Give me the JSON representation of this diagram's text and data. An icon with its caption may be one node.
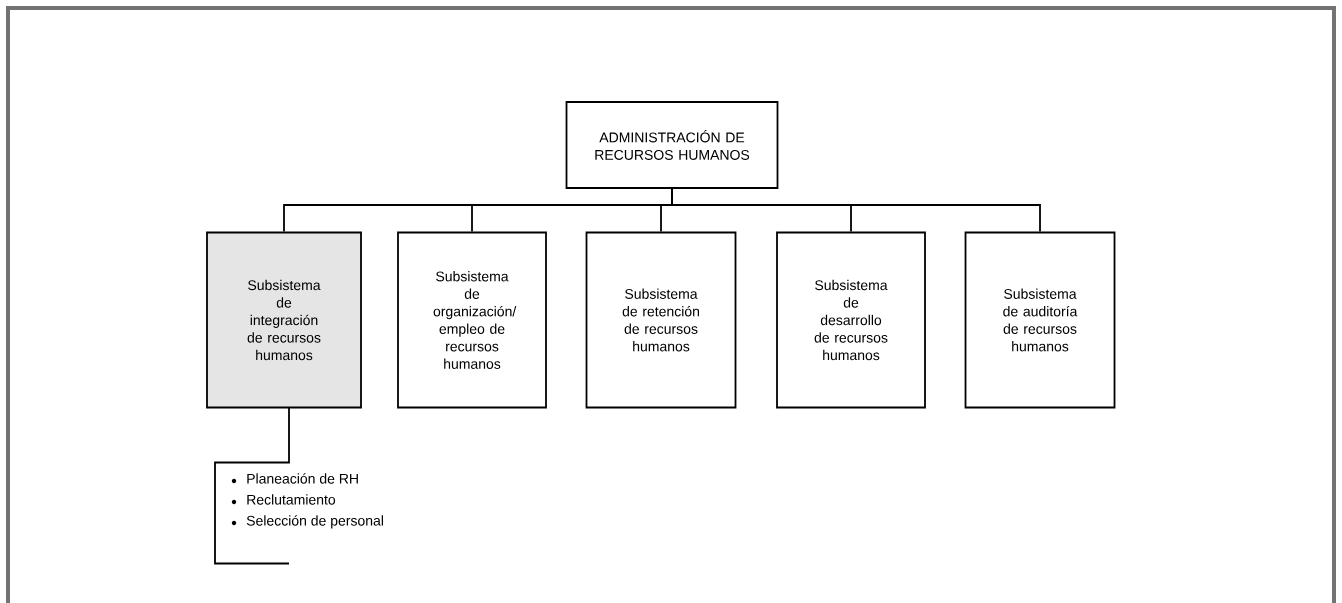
{
  "diagram": {
    "nodes": [
      {
        "text": [
          "ADMINISTRACIÓN DE RECURSOS HUMANOS"
        ]
      },
      {
        "text": [
          "Subsistema de integración de recursos humanos"
        ]
      },
      {
        "text": [
          "Subsistema de organización/ empleo de recursos humanos"
        ]
      },
      {
        "text": [
          "Subsistema de retención de recursos humanos"
        ]
      },
      {
        "text": [
          "Subsistema de desarrollo de recursos humanos"
        ]
      },
      {
        "text": [
          "Subsistema de auditoría de recursos humanos"
        ]
      },
      {
        "text": [
          "Planeación de RH",
          "Reclutamiento",
          "Selección de personal"
        ]
      }
    ],
    "edges": [
      {
        "from": 0,
        "to": 1,
        "arrow": "none"
      },
      {
        "from": 0,
        "to": 2,
        "arrow": "none"
      },
      {
        "from": 0,
        "to": 3,
        "arrow": "none"
      },
      {
        "from": 0,
        "to": 4,
        "arrow": "none"
      },
      {
        "from": 0,
        "to": 5,
        "arrow": "none"
      },
      {
        "from": 1,
        "to": 6,
        "arrow": "none"
      }
    ]
  }
}
